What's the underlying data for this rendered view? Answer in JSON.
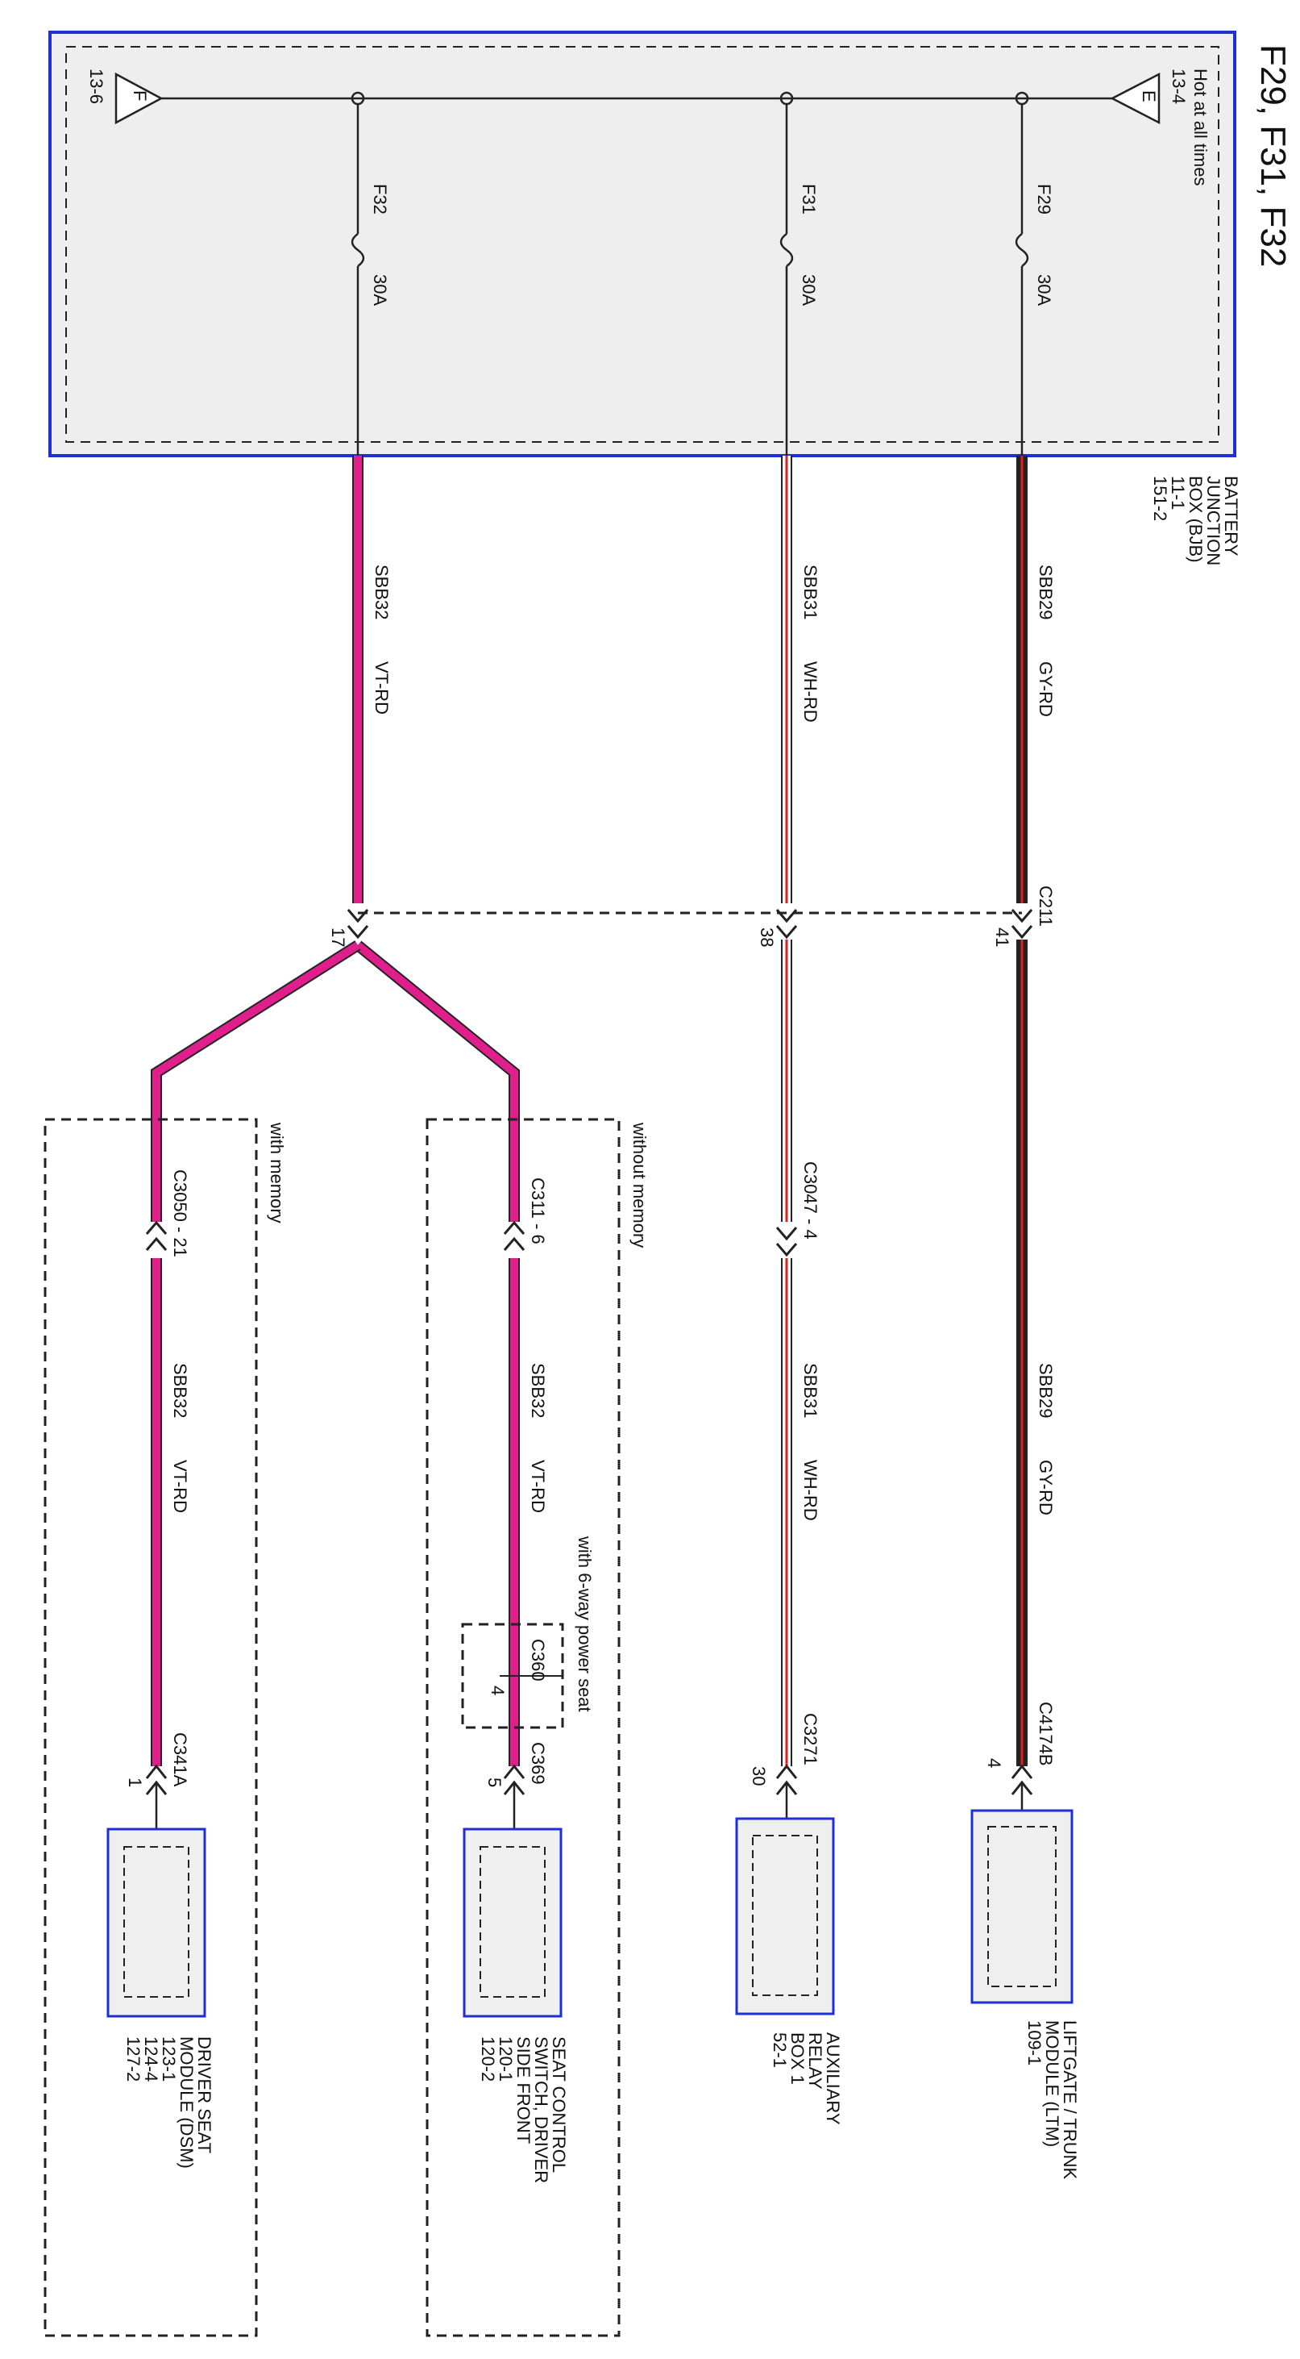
{
  "title": "F29, F31, F32",
  "bjb": {
    "hot_label": "Hot at all times",
    "ref_e_letter": "E",
    "ref_e_page": "13-4",
    "ref_f_letter": "F",
    "ref_f_page": "13-6",
    "name_lines": [
      "BATTERY",
      "JUNCTION",
      "BOX (BJB)",
      "11-1",
      "151-2"
    ]
  },
  "fuses": [
    {
      "id": "F29",
      "rating": "30A"
    },
    {
      "id": "F31",
      "rating": "30A"
    },
    {
      "id": "F32",
      "rating": "30A"
    }
  ],
  "wires": [
    {
      "circuit": "SBB29",
      "color_code": "GY-RD",
      "colors": [
        "#6b6b6b",
        "#e0201c"
      ]
    },
    {
      "circuit": "SBB31",
      "color_code": "WH-RD",
      "colors": [
        "#ffffff",
        "#e0201c"
      ]
    },
    {
      "circuit": "SBB32",
      "color_code": "VT-RD",
      "colors": [
        "#e01e8c",
        "#e0201c"
      ]
    }
  ],
  "connectors": {
    "c211": "C211",
    "c211_pins": [
      "41",
      "38",
      "17"
    ],
    "c3047": "C3047 - 4",
    "c311": "C311 - 6",
    "c3050": "C3050 - 21",
    "c360": "C360",
    "c360_pin": "4",
    "c369": "C369",
    "c369_pin": "5",
    "c341a": "C341A",
    "c341a_pin": "1",
    "c3271": "C3271",
    "c3271_pin": "30",
    "c4174b": "C4174B",
    "c4174b_pin": "4"
  },
  "options": {
    "without_memory": "without memory",
    "with_memory": "with memory",
    "six_way": "with 6-way power seat"
  },
  "components": [
    {
      "key": "ltm",
      "lines": [
        "LIFTGATE / TRUNK",
        "MODULE (LTM)",
        "109-1"
      ]
    },
    {
      "key": "arb",
      "lines": [
        "AUXILIARY",
        "RELAY",
        "BOX 1",
        "52-1"
      ]
    },
    {
      "key": "scs",
      "lines": [
        "SEAT CONTROL",
        "SWITCH, DRIVER",
        "SIDE FRONT",
        "120-1",
        "120-2"
      ]
    },
    {
      "key": "dsm",
      "lines": [
        "DRIVER SEAT",
        "MODULE (DSM)",
        "123-1",
        "124-4",
        "127-2"
      ]
    }
  ],
  "colors": {
    "box_outline": "#1f2fd6",
    "component_fill": "#efefef",
    "wire_violet": "#e01e8c",
    "wire_red": "#e0201c",
    "wire_gray": "#555555",
    "wire_outline": "#222222"
  }
}
